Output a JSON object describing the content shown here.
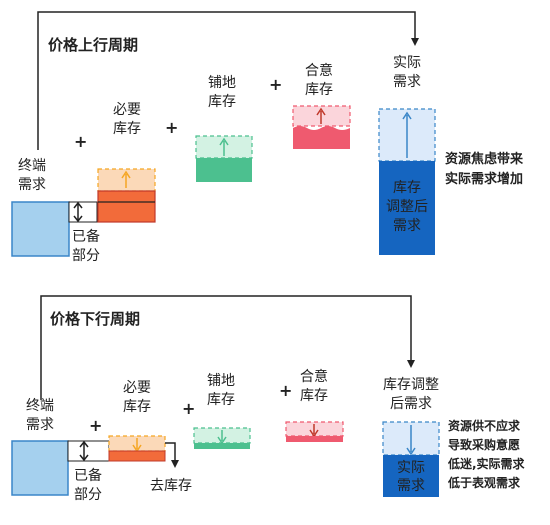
{
  "colors": {
    "up_title": "#e8233f",
    "down_title": "#2e9e6b",
    "blue_fill": "#a5d0ee",
    "blue_stroke": "#3a86c8",
    "dark_blue": "#1565c0",
    "orange_fill": "#f26b3a",
    "orange_light": "#fbd9b8",
    "orange_dash": "#f5a623",
    "green_fill": "#4cc08f",
    "green_light": "#d3f2e3",
    "pink_fill": "#ef5a6f",
    "pink_light": "#fbd5db",
    "light_blue": "#dceafa",
    "plus_red": "#e02424",
    "arrow_dark": "#222222"
  },
  "top": {
    "title": "价格上行周期",
    "terminal_line1": "终端",
    "terminal_line2": "需求",
    "prepared_line1": "已备",
    "prepared_line2": "部分",
    "necessary_line1": "必要",
    "necessary_line2": "库存",
    "laying_line1": "铺地",
    "laying_line2": "库存",
    "intent_line1": "合意",
    "intent_line2": "库存",
    "actual_line1": "实际",
    "actual_line2": "需求",
    "adjusted_line1": "库存",
    "adjusted_line2": "调整后",
    "adjusted_line3": "需求",
    "note_line1": "资源焦虑带来",
    "note_line2": "实际需求增加",
    "plus": "+"
  },
  "bottom": {
    "title": "价格下行周期",
    "terminal_line1": "终端",
    "terminal_line2": "需求",
    "prepared_line1": "已备",
    "prepared_line2": "部分",
    "necessary_line1": "必要",
    "necessary_line2": "库存",
    "destock": "去库存",
    "laying_line1": "铺地",
    "laying_line2": "库存",
    "intent_line1": "合意",
    "intent_line2": "库存",
    "adjusted_line1": "库存调整",
    "adjusted_line2": "后需求",
    "actual_line1": "实际",
    "actual_line2": "需求",
    "note_line1": "资源供不应求",
    "note_line2": "导致采购意愿",
    "note_line3": "低迷,实际需求",
    "note_line4": "低于表观需求",
    "plus": "+"
  }
}
